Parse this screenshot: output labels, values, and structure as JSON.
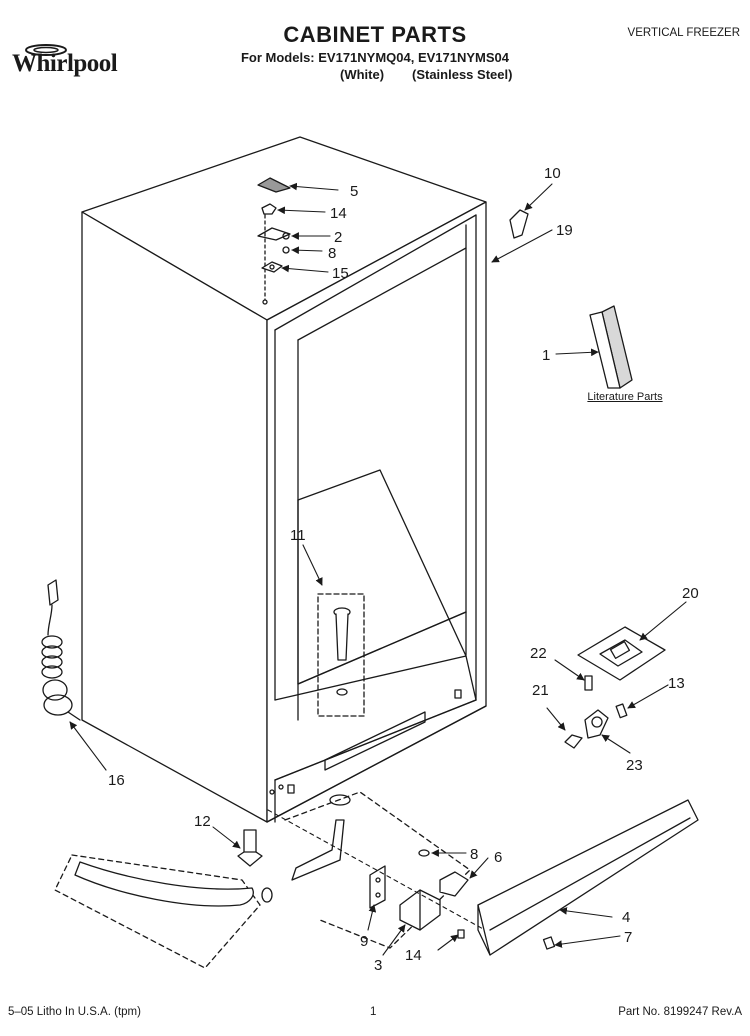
{
  "header": {
    "brand": "Whirlpool",
    "title": "CABINET PARTS",
    "models_line": "For Models: EV171NYMQ04, EV171NYMS04",
    "variant_white": "(White)",
    "variant_stainless": "(Stainless Steel)",
    "category": "VERTICAL FREEZER"
  },
  "footer": {
    "print_info": "5–05 Litho In U.S.A. (tpm)",
    "page_number": "1",
    "part_number": "Part No. 8199247 Rev.A"
  },
  "literature_label": "Literature Parts",
  "callouts": {
    "c1": "1",
    "c2": "2",
    "c3": "3",
    "c4": "4",
    "c5": "5",
    "c6": "6",
    "c7": "7",
    "c8a": "8",
    "c8b": "8",
    "c9": "9",
    "c10": "10",
    "c11": "11",
    "c12": "12",
    "c13": "13",
    "c14a": "14",
    "c14b": "14",
    "c15": "15",
    "c16": "16",
    "c19": "19",
    "c20": "20",
    "c21": "21",
    "c22": "22",
    "c23": "23"
  }
}
